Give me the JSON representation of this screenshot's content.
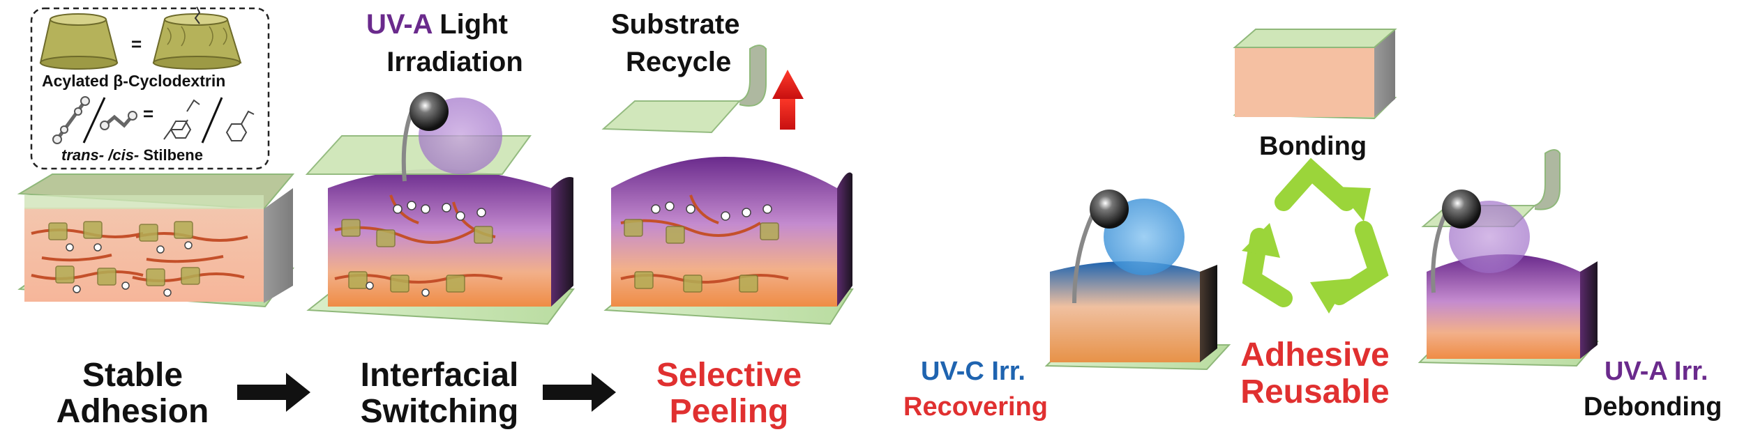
{
  "legend": {
    "eq1": "=",
    "cd_label": "Acylated β-Cyclodextrin",
    "eq2": "=",
    "stilbene_prefix": "trans- /cis-",
    "stilbene_suffix": " Stilbene"
  },
  "stages": {
    "stable_line1": "Stable",
    "stable_line2": "Adhesion",
    "uva_prefix": "UV-A",
    "uva_rest": " Light",
    "irradiation": "Irradiation",
    "interfacial_line1": "Interfacial",
    "interfacial_line2": "Switching",
    "substrate": "Substrate",
    "recycle": "Recycle",
    "selective_line1": "Selective",
    "selective_line2": "Peeling"
  },
  "cycle": {
    "bonding": "Bonding",
    "adhesive_line1": "Adhesive",
    "adhesive_line2": "Reusable",
    "uvc": "UV-C Irr.",
    "recovering": "Recovering",
    "uva": "UV-A Irr.",
    "debonding": "Debonding"
  },
  "colors": {
    "uv_a_purple": "#6a2a8c",
    "uv_c_blue": "#1f64b0",
    "red_text": "#e03030",
    "recycle_green": "#9bd53a",
    "plate_green": "#c8e6b4"
  }
}
